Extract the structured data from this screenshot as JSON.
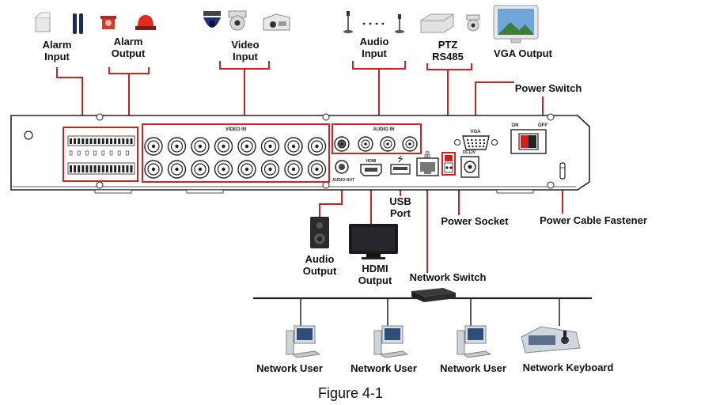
{
  "labels": {
    "alarm_input": [
      "Alarm",
      "Input"
    ],
    "alarm_output": [
      "Alarm",
      "Output"
    ],
    "video_input": [
      "Video",
      "Input"
    ],
    "audio_input": [
      "Audio",
      "Input"
    ],
    "ptz": [
      "PTZ",
      "RS485"
    ],
    "vga_output": "VGA Output",
    "power_switch": "Power Switch",
    "usb_port": [
      "USB",
      "Port"
    ],
    "power_socket": "Power Socket",
    "power_cable_fastener": "Power Cable Fastener",
    "audio_output": [
      "Audio",
      "Output"
    ],
    "hdmi_output": [
      "HDMI",
      "Output"
    ],
    "network_switch": "Network Switch",
    "network_user": "Network User",
    "network_keyboard": "Network Keyboard"
  },
  "panel": {
    "video_in": "VIDEO IN",
    "audio_in": "AUDIO IN",
    "audio_out": "AUDIO OUT",
    "vga": "VGA",
    "on": "ON",
    "off": "OFF",
    "hdmi": "HDMI",
    "dc12v": "DC12V"
  },
  "caption": "Figure 4-1",
  "colors": {
    "callout": "#d21f1f",
    "panel_line": "#222222",
    "panel_fill": "#ffffff"
  }
}
